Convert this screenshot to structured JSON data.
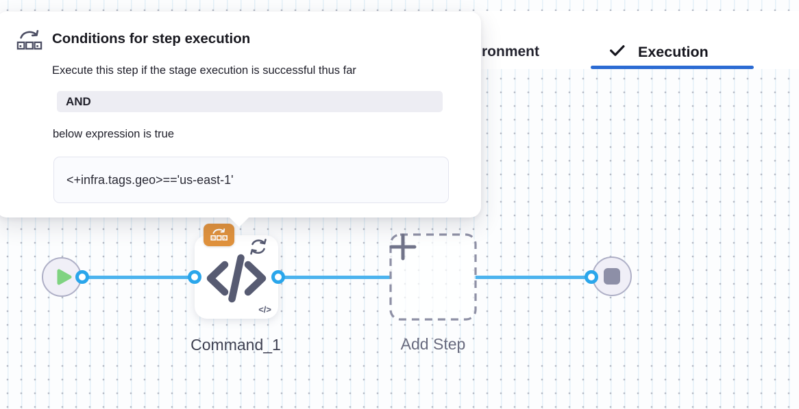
{
  "tabs": {
    "environment_label_partial": "ronment",
    "execution_label": "Execution"
  },
  "popover": {
    "title": "Conditions for step execution",
    "description": "Execute this step if the stage execution is successful thus far",
    "operator_badge": "AND",
    "expression_caption": "below expression is true",
    "expression_value": "<+infra.tags.geo>=='us-east-1'"
  },
  "canvas": {
    "step_name": "Command_1",
    "add_step_label": "Add Step",
    "mini_step_type_glyph": "</>"
  },
  "icons": {
    "execution_tab": "check-icon",
    "popover_header": "conditional-execution-icon",
    "step_badge": "conditional-execution-icon",
    "step_loop": "looping-strategy-icon",
    "step_type": "code-icon",
    "start_node": "play-icon",
    "end_node": "stop-icon",
    "add_step": "plus-icon"
  },
  "colors": {
    "tab_underline_blue": "#2b6bd3",
    "connector_blue": "#4cb3ee",
    "port_ring_blue": "#2aa6eb",
    "conditional_badge_orange": "#e0923d",
    "play_green": "#7fd381",
    "node_fill": "#f0eff7",
    "node_border": "#aeafc6",
    "operator_badge_bg": "#ededf3",
    "expression_box_bg": "#fafbfe"
  }
}
